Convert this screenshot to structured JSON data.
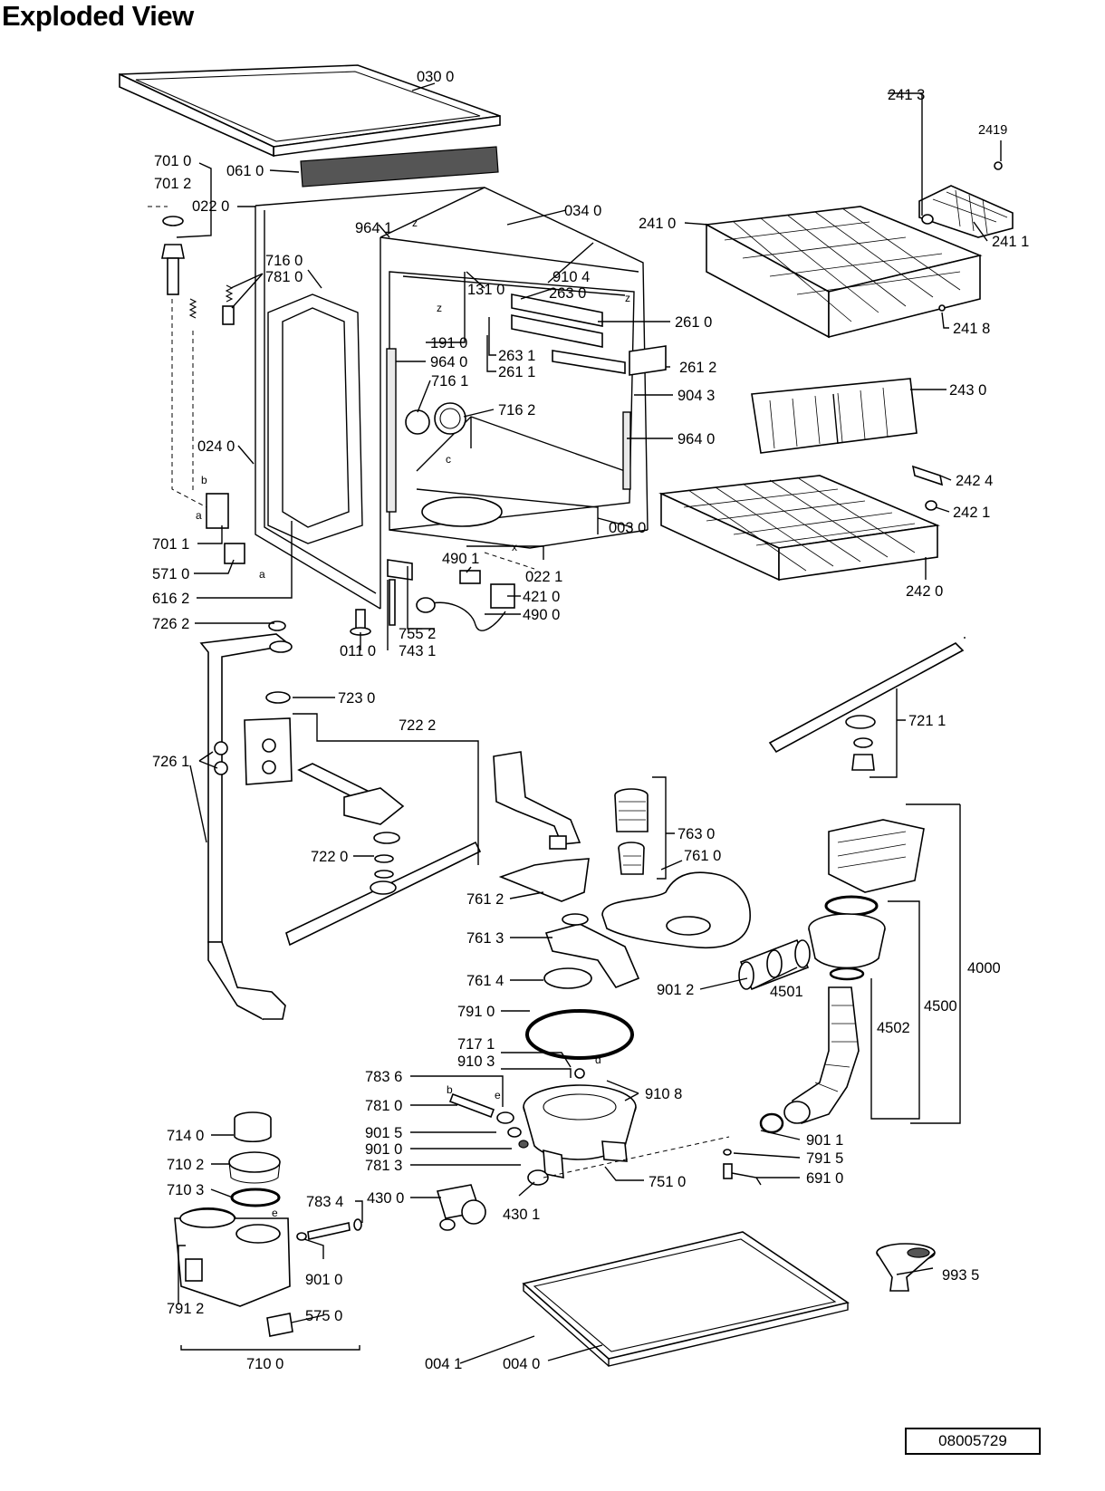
{
  "title": "Exploded View",
  "document_code": "08005729",
  "callouts": {
    "c0300": "030 0",
    "c0610": "061 0",
    "c7010": "701 0",
    "c7012": "701 2",
    "c0220": "022 0",
    "c9641": "964 1",
    "c0340": "034 0",
    "c7160": "716 0",
    "c7810": "781 0",
    "c9104": "910 4",
    "c1310": "131 0",
    "c2630": "263 0",
    "c2610": "261 0",
    "c1910": "191 0",
    "c9640a": "964 0",
    "c2631": "263 1",
    "c2611": "261 1",
    "c2612": "261 2",
    "c7161": "716 1",
    "c9043": "904 3",
    "c7162": "716 2",
    "c9640b": "964 0",
    "c0240": "024 0",
    "c0030": "003 0",
    "c7011": "701 1",
    "c4901": "490 1",
    "c5710": "571 0",
    "c0221": "022 1",
    "c4210": "421 0",
    "c6162": "616 2",
    "c4900": "490 0",
    "c7262": "726 2",
    "c7552": "755 2",
    "c0110": "011 0",
    "c7431": "743 1",
    "c2413": "241 3",
    "c2419": "2419",
    "c2410": "241 0",
    "c2411": "241 1",
    "c2418": "241 8",
    "c2430": "243 0",
    "c2424": "242 4",
    "c2421": "242 1",
    "c2420": "242 0",
    "c7230": "723 0",
    "c7222": "722 2",
    "c7211": "721 1",
    "c7261": "726 1",
    "c7220": "722 0",
    "c7630": "763 0",
    "c7610": "761 0",
    "c7612": "761 2",
    "c7613": "761 3",
    "c7614": "761 4",
    "c9012": "901 2",
    "c4501": "4501",
    "c4000": "4000",
    "c4500": "4500",
    "c4502": "4502",
    "c7910": "791 0",
    "c7171": "717 1",
    "c9103": "910 3",
    "c9108": "910 8",
    "c7836": "783 6",
    "c7810b": "781 0",
    "c9015": "901 5",
    "c9010a": "901 0",
    "c7813": "781 3",
    "c9011": "901 1",
    "c7915": "791 5",
    "c7510": "751 0",
    "c6910": "691 0",
    "c7140": "714 0",
    "c7102": "710 2",
    "c7103": "710 3",
    "c7834": "783 4",
    "c4300": "430 0",
    "c4301": "430 1",
    "c9010b": "901 0",
    "c7912": "791 2",
    "c5750": "575 0",
    "c7100": "710 0",
    "c9935": "993 5",
    "c0041": "004 1",
    "c0040": "004 0"
  },
  "letters": {
    "z1": "z",
    "z2": "z",
    "z3": "z",
    "b1": "b",
    "a1": "a",
    "a2": "a",
    "c": "c",
    "x": "x",
    "b2": "b",
    "e1": "e",
    "d": "d",
    "e2": "e"
  }
}
